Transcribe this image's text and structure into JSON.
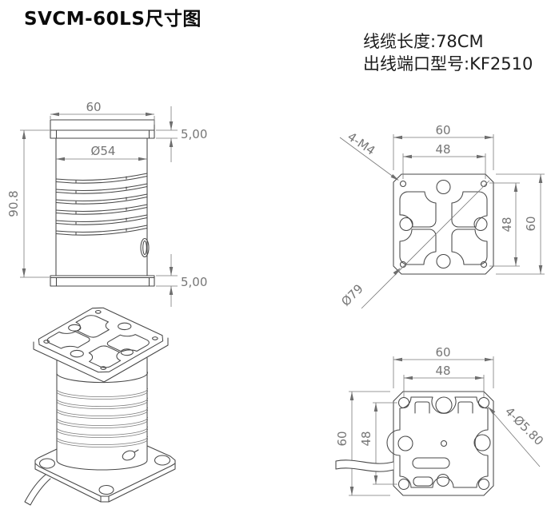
{
  "title": "SVCM-60LS尺寸图",
  "notes": [
    "线缆长度:78CM",
    "出线端口型号:KF2510"
  ],
  "colors": {
    "background": "#ffffff",
    "drawing_line": "#474747",
    "dimension_line": "#7a7a7a",
    "dimension_text": "#767676",
    "title_text": "#0b0b0b",
    "note_text": "#1c1c1c"
  },
  "front_view": {
    "width": "60",
    "flange_thickness_top": "5,00",
    "coil_diameter": "Ø54",
    "total_height": "90.8",
    "flange_thickness_bottom": "5,00"
  },
  "top_view": {
    "width": "60",
    "hole_pitch_h": "48",
    "hole_pitch_v": "48",
    "height": "60",
    "mounting_holes": "4-M4",
    "outer_diameter": "Ø79"
  },
  "bottom_view": {
    "width": "60",
    "hole_pitch_h": "48",
    "height": "60",
    "hole_pitch_v": "48",
    "mounting_holes": "4-Ø5.80"
  }
}
